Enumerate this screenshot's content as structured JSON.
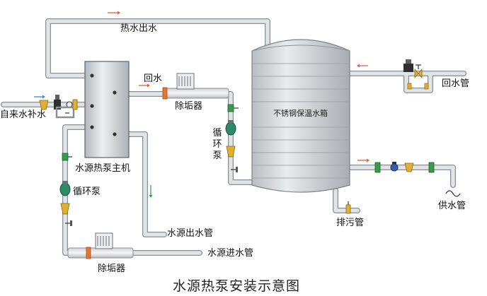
{
  "labels": {
    "hot_water_out": "热水出水",
    "return_water": "回水",
    "descaler_top": "除垢器",
    "make_up_water": "自来水补水",
    "circulation_pump_right": "循环泵",
    "tank": "不锈钢保温水箱",
    "return_pipe": "回水管",
    "heat_pump_host": "水源热泵主机",
    "circulation_pump_left": "循环泵",
    "supply_pipe": "供水管",
    "drain_pipe": "排污管",
    "source_water_out_pipe": "水源出水管",
    "source_water_in_pipe": "水源进水管",
    "descaler_bottom": "除垢器",
    "caption": "水源热泵安装示意图"
  },
  "colors": {
    "pipe": "#dfe2e5",
    "pipe_edge": "#8a8f95",
    "hot_arrow": "#e0603c",
    "cold_arrow": "#3a8fd8",
    "green_arrow": "#3aa04a",
    "tank_body": "#d4d7da",
    "host_body": "#d8dadd",
    "valve_yellow": "#e0b030",
    "pump_green": "#2e8b6a",
    "valve_blue": "#3a5fa8",
    "valve_green": "#3a9a4a"
  },
  "icons": [
    "arrow-icon",
    "valve-icon",
    "pump-icon",
    "filter-icon",
    "descaler-icon",
    "gauge-icon",
    "drain-icon"
  ]
}
